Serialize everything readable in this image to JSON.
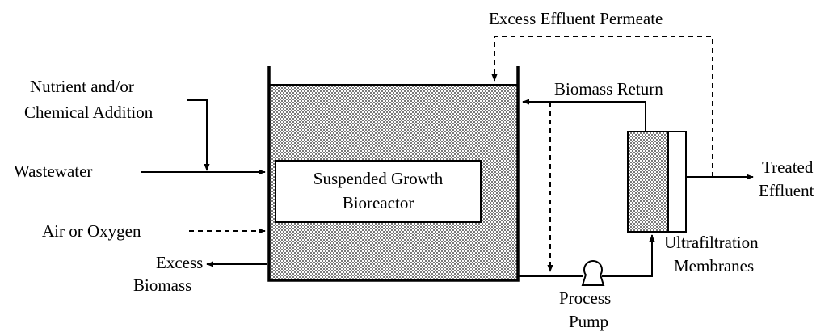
{
  "diagram": {
    "title_top": "Excess Effluent Permeate",
    "nutrient_line1": "Nutrient and/or",
    "nutrient_line2": "Chemical Addition",
    "wastewater": "Wastewater",
    "air": "Air or Oxygen",
    "excess_biomass_line1": "Excess",
    "excess_biomass_line2": "Biomass",
    "reactor_line1": "Suspended Growth",
    "reactor_line2": "Bioreactor",
    "biomass_return": "Biomass Return",
    "treated_line1": "Treated",
    "treated_line2": "Effluent",
    "uf_line1": "Ultrafiltration",
    "uf_line2": "Membranes",
    "pump_line1": "Process",
    "pump_line2": "Pump"
  },
  "colors": {
    "stroke": "#000000",
    "fill": "#ffffff",
    "stipple": "#808080"
  }
}
